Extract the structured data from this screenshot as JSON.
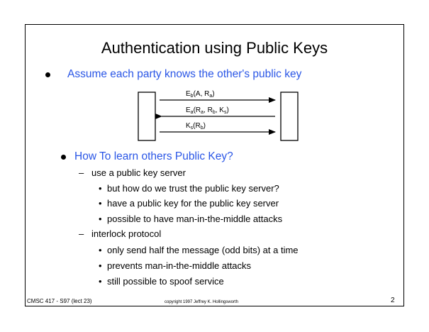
{
  "slide": {
    "title": "Authentication using Public Keys",
    "bullet1": "Assume each party knows the other's public key",
    "diagram": {
      "msg1": {
        "main": "E",
        "sub": "b",
        "rest": "(A, R",
        "sub2": "a",
        "end": ")"
      },
      "msg2_parts": [
        "E",
        "a",
        "(R",
        "a",
        ", R",
        "b",
        ", K",
        "s",
        ")"
      ],
      "msg3_parts": [
        "K",
        "s",
        "(R",
        "b",
        ")"
      ]
    },
    "bullet2": "How To learn others Public Key?",
    "dash1": "use a public key server",
    "dash1_items": [
      "but how do we trust the public key server?",
      "have a public key for the public key server",
      "possible to have man-in-the-middle attacks"
    ],
    "dash2": "interlock protocol",
    "dash2_items": [
      "only send half the message (odd bits) at a time",
      "prevents man-in-the-middle attacks",
      "still possible to spoof service"
    ]
  },
  "footer": {
    "left": "CMSC 417 - S97  (lect 23)",
    "center": "copyright 1997 Jeffrey K. Hollingsworth",
    "page": "2"
  },
  "colors": {
    "accent": "#2a56e6",
    "text": "#000000"
  }
}
